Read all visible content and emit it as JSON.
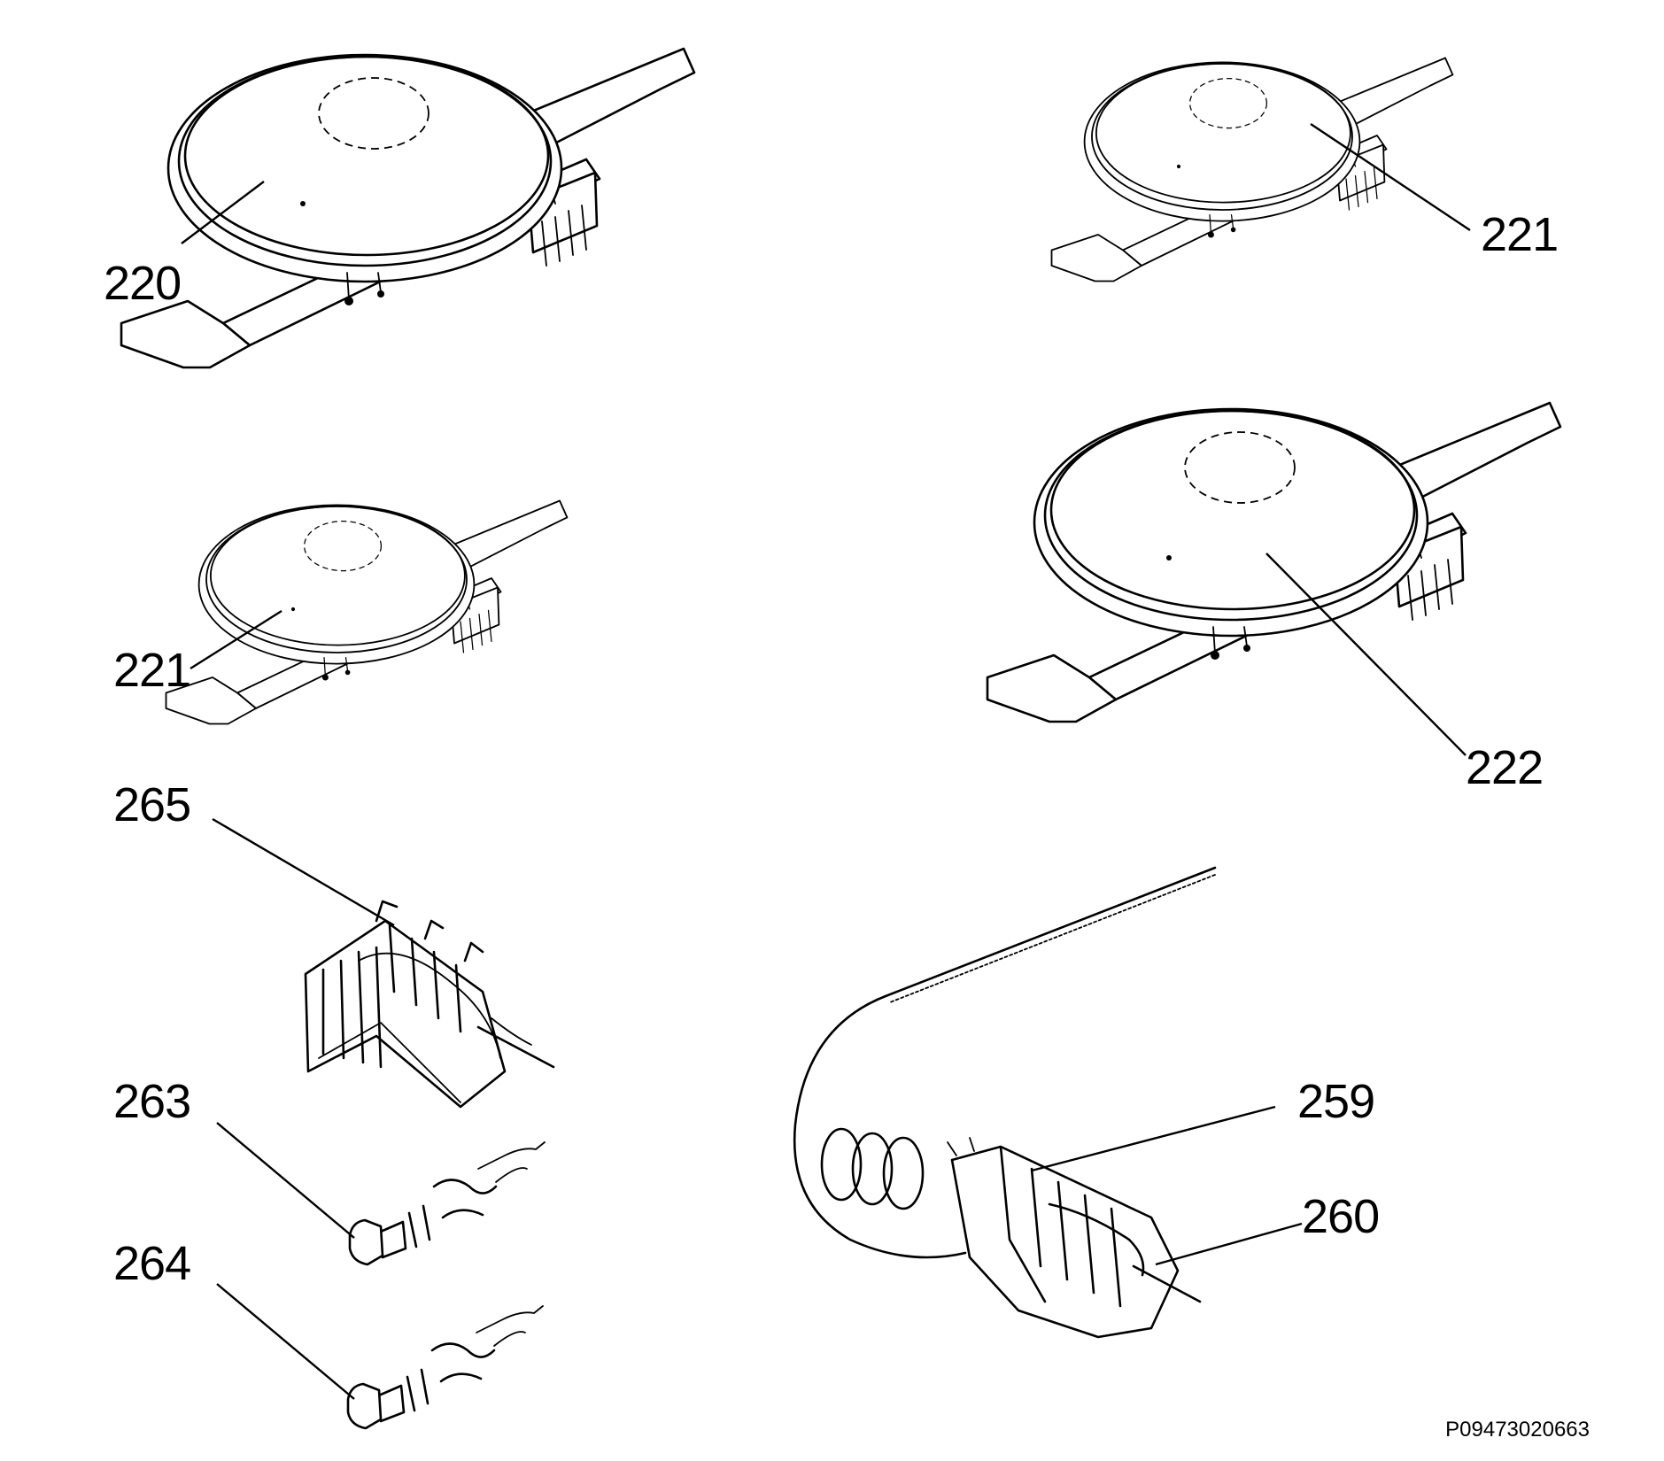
{
  "diagram": {
    "document_code": "P09473020663",
    "parts": [
      {
        "id": "hotplate-large-top-left",
        "number": "220"
      },
      {
        "id": "hotplate-small-top-right",
        "number": "221"
      },
      {
        "id": "hotplate-small-left",
        "number": "221"
      },
      {
        "id": "hotplate-large-right",
        "number": "222"
      },
      {
        "id": "switch-block",
        "number": "265"
      },
      {
        "id": "knob-spindle-upper",
        "number": "263"
      },
      {
        "id": "knob-spindle-lower",
        "number": "264"
      },
      {
        "id": "thermostat-capillary",
        "number": "259"
      },
      {
        "id": "thermostat-body",
        "number": "260"
      }
    ]
  }
}
